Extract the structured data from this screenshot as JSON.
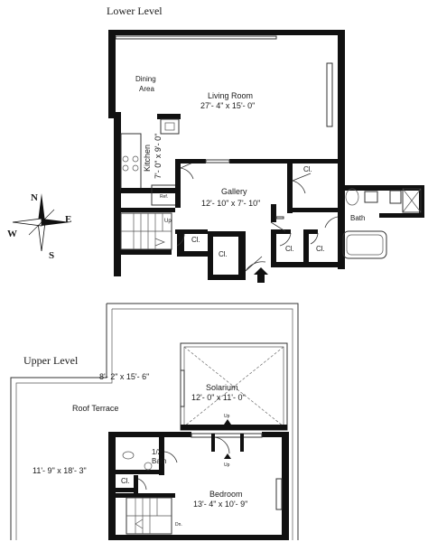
{
  "levels": {
    "lower": "Lower Level",
    "upper": "Upper Level"
  },
  "compass": {
    "n": "N",
    "s": "S",
    "e": "E",
    "w": "W"
  },
  "rooms": {
    "dining": [
      "Dining",
      "Area"
    ],
    "living": {
      "name": "Living Room",
      "dims": "27'- 4\" x 15'- 0\""
    },
    "kitchen": {
      "name": "Kitchen",
      "dims": "7'- 0\" x 9'- 0\""
    },
    "gallery": {
      "name": "Gallery",
      "dims": "12'- 10\" x 7'- 10\""
    },
    "bath": "Bath",
    "half_bath": [
      "1/2",
      "Bath"
    ],
    "ref": "Ref.",
    "up": "Up",
    "closet": "Cl.",
    "solarium": {
      "name": "Solarium",
      "dims": "12'- 0\" x 11'- 0\""
    },
    "roof_terrace": "Roof Terrace",
    "terrace_dim_a": "8'- 2\" x 15'- 6\"",
    "terrace_dim_b": "11'- 9\" x 18'- 3\"",
    "bedroom": {
      "name": "Bedroom",
      "dims": "13'- 4\" x 10'- 9\""
    },
    "dn": "Dn."
  }
}
